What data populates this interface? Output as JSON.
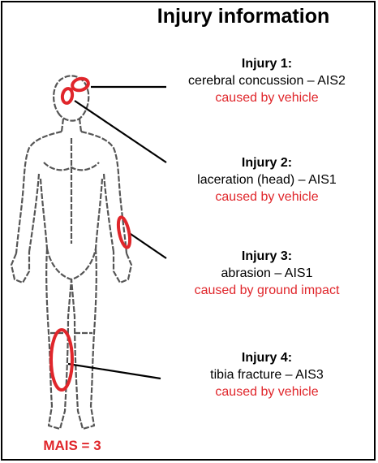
{
  "title": "Injury information",
  "injuries": [
    {
      "heading": "Injury 1:",
      "description": "cerebral concussion – AIS2",
      "cause": "caused by vehicle"
    },
    {
      "heading": "Injury 2:",
      "description": "laceration (head) – AIS1",
      "cause": "caused by vehicle"
    },
    {
      "heading": "Injury 3:",
      "description": "abrasion – AIS1",
      "cause": "caused by ground impact"
    },
    {
      "heading": "Injury 4:",
      "description": "tibia fracture – AIS3",
      "cause": "caused by vehicle"
    }
  ],
  "mais": "MAIS = 3",
  "colors": {
    "injury_marker": "#e0262b",
    "text": "#000000",
    "frame": "#000000"
  }
}
